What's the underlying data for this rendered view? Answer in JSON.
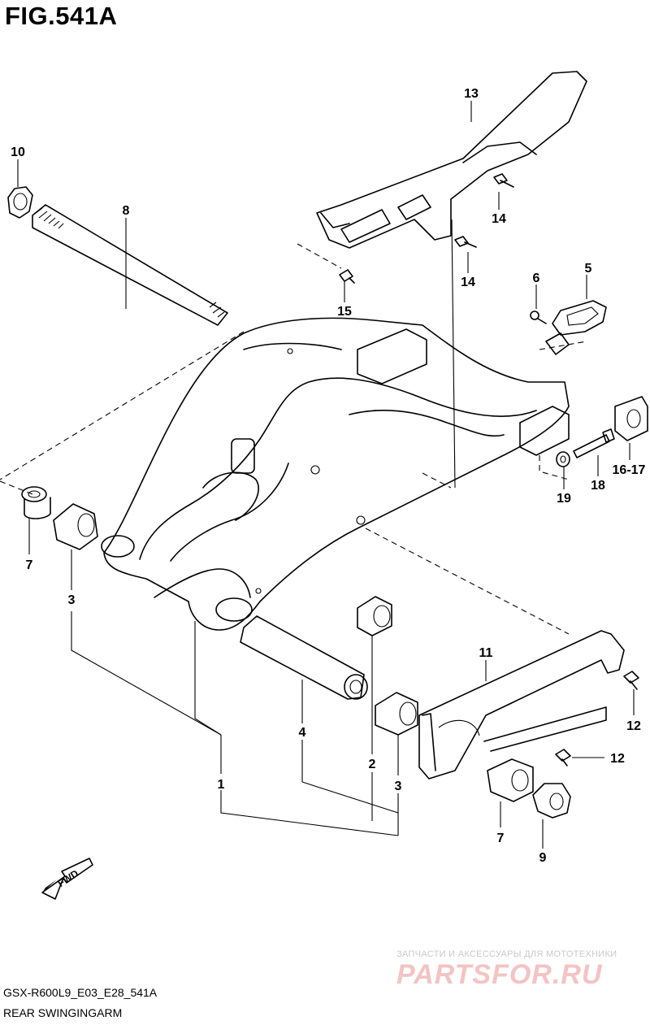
{
  "figure_title": "FIG.541A",
  "footer": {
    "model_code": "GSX-R600L9_E03_E28_541A",
    "section_name": "REAR SWINGINGARM"
  },
  "watermark": {
    "tagline": "ЗАПЧАСТИ И АКСЕССУАРЫ ДЛЯ МОТОТЕХНИКИ",
    "logo": "PARTSFOR.RU"
  },
  "fwd_arrow_label": "FWD",
  "callouts": [
    "1",
    "2",
    "3",
    "3",
    "4",
    "5",
    "6",
    "7",
    "7",
    "8",
    "9",
    "10",
    "11",
    "12",
    "12",
    "13",
    "14",
    "14",
    "15",
    "16-17",
    "18",
    "19"
  ]
}
